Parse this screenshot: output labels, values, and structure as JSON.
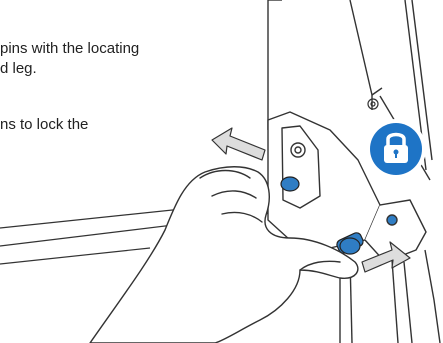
{
  "instructions": {
    "line1": "pins with the locating",
    "line2": "d leg.",
    "line3": "ns to lock the"
  },
  "icons": {
    "lock_badge": "lock-icon",
    "arrows": [
      "arrow-left-icon",
      "arrow-down-right-icon"
    ]
  },
  "colors": {
    "accent": "#1e74c6",
    "pin": "#2f7dc4",
    "line": "#333333",
    "arrow_fill": "#dddddd"
  }
}
